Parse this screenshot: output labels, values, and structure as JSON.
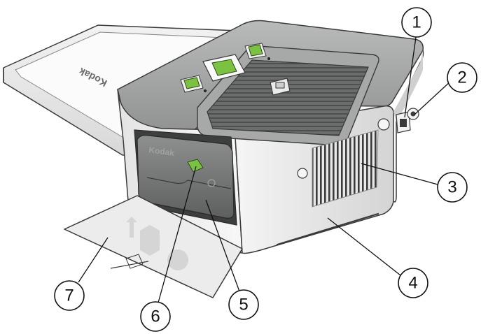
{
  "brand": {
    "logo_text": "Kodak",
    "cartridge_logo_text": "Kodak"
  },
  "colors": {
    "button_green": "#7cc242",
    "body_light": "#ececec",
    "body_dark": "#8f9090",
    "outline": "#3a3a3a"
  },
  "callouts": [
    {
      "number": "1"
    },
    {
      "number": "2"
    },
    {
      "number": "3"
    },
    {
      "number": "4"
    },
    {
      "number": "5"
    },
    {
      "number": "6"
    },
    {
      "number": "7"
    }
  ]
}
